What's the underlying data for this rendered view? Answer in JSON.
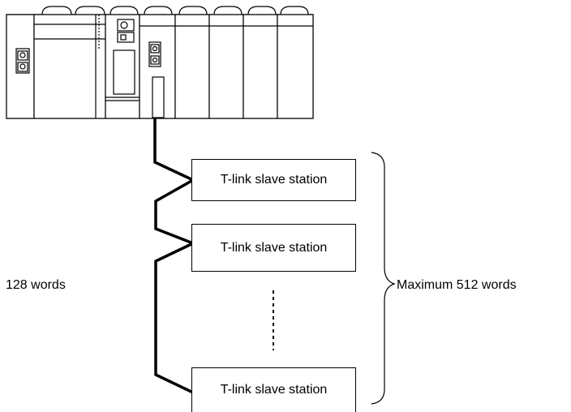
{
  "slave_boxes": [
    {
      "label": "T-link slave station"
    },
    {
      "label": "T-link slave station"
    },
    {
      "label": "T-link slave station"
    }
  ],
  "left_label": "128 words",
  "right_label": "Maximum 512 words"
}
